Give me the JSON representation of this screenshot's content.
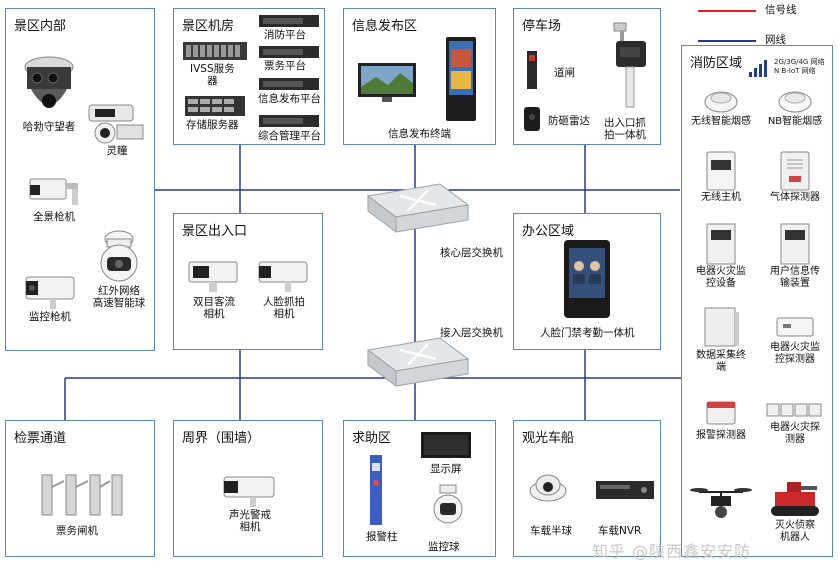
{
  "legend": {
    "signal_line": "信号线",
    "network_line": "网线",
    "signal_color": "#e02020",
    "network_color": "#2a3a8a"
  },
  "switches": {
    "core": "核心层交换机",
    "access": "接入层交换机"
  },
  "zones": {
    "scenic_interior": {
      "title": "景区内部",
      "devices": [
        "哈勃守望者",
        "灵瞳",
        "全景枪机",
        "红外网络\n高速智能球",
        "监控枪机"
      ]
    },
    "machine_room": {
      "title": "景区机房",
      "devices": [
        "消防平台",
        "IVSS服务\n器",
        "票务平台",
        "信息发布平台",
        "存储服务器",
        "综合管理平台"
      ]
    },
    "info_release": {
      "title": "信息发布区",
      "devices": [
        "信息发布终端"
      ]
    },
    "parking": {
      "title": "停车场",
      "devices": [
        "道闸",
        "防砸雷达",
        "出入口抓\n拍一体机"
      ]
    },
    "entrance": {
      "title": "景区出入口",
      "devices": [
        "双目客流\n相机",
        "人脸抓拍\n相机"
      ]
    },
    "office": {
      "title": "办公区域",
      "devices": [
        "人脸门禁考勤一体机"
      ]
    },
    "ticket": {
      "title": "检票通道",
      "devices": [
        "票务闸机"
      ]
    },
    "perimeter": {
      "title": "周界（围墙）",
      "devices": [
        "声光警戒\n相机"
      ]
    },
    "help": {
      "title": "求助区",
      "devices": [
        "显示屏",
        "报警柱",
        "监控球"
      ]
    },
    "boat": {
      "title": "观光车船",
      "devices": [
        "车载半球",
        "车载NVR"
      ]
    },
    "fire": {
      "title": "消防区域",
      "network_note": "2G/3G/4G 网络\nN B-IoT 网络",
      "devices": [
        "无线智能烟感",
        "NB智能烟感",
        "无线主机",
        "气体探测器",
        "电器火灾监\n控设备",
        "用户信息传\n输装置",
        "数据采集终\n端",
        "电器火灾监\n控探测器",
        "报警探测器",
        "电器火灾探\n测器",
        "",
        "灭火侦察\n机器人"
      ]
    }
  },
  "watermark": "知乎 @陕西鑫安安防"
}
